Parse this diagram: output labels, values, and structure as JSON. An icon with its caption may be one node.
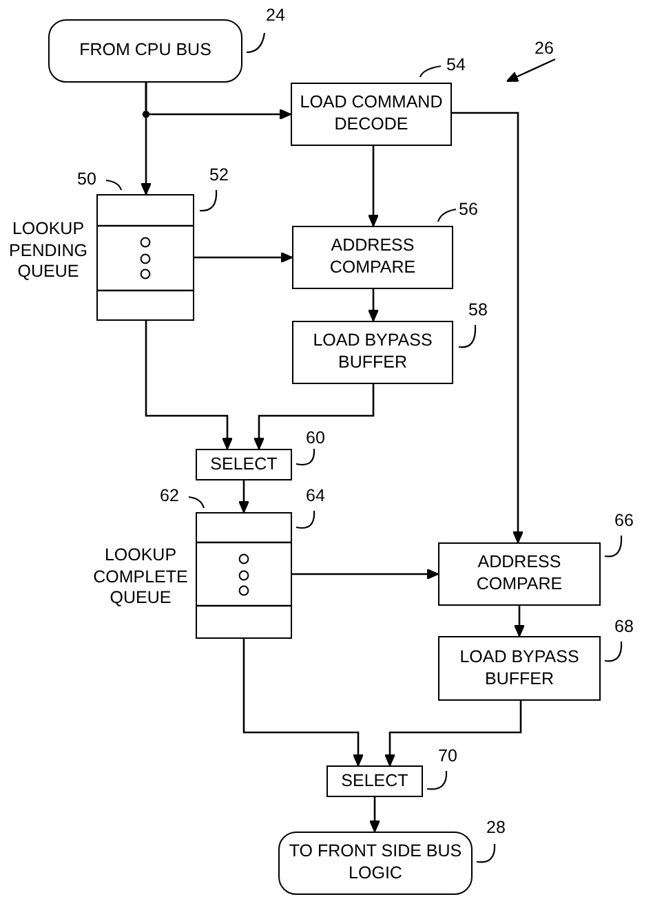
{
  "diagram": {
    "nodes": [
      {
        "text": [
          "FROM CPU BUS"
        ],
        "beside": [
          "24"
        ]
      },
      {
        "text": [
          "LOAD COMMAND DECODE"
        ],
        "beside": [
          "54"
        ]
      },
      {
        "text": [
          "LOOKUP PENDING QUEUE"
        ],
        "beside": [
          "50",
          "52"
        ]
      },
      {
        "text": [
          "ADDRESS COMPARE"
        ],
        "beside": [
          "56"
        ]
      },
      {
        "text": [
          "LOAD BYPASS BUFFER"
        ],
        "beside": [
          "58"
        ]
      },
      {
        "text": [
          "SELECT"
        ],
        "beside": [
          "60"
        ]
      },
      {
        "text": [
          "LOOKUP COMPLETE QUEUE"
        ],
        "beside": [
          "62",
          "64"
        ]
      },
      {
        "text": [
          "ADDRESS COMPARE"
        ],
        "beside": [
          "66"
        ]
      },
      {
        "text": [
          "LOAD BYPASS BUFFER"
        ],
        "beside": [
          "68"
        ]
      },
      {
        "text": [
          "SELECT"
        ],
        "beside": [
          "70"
        ]
      },
      {
        "text": [
          "TO FRONT SIDE BUS LOGIC"
        ],
        "beside": [
          "28"
        ]
      }
    ],
    "edges": [
      {
        "from": 0,
        "to": 2,
        "arrow": "to"
      },
      {
        "from": 0,
        "to": 1,
        "arrow": "to"
      },
      {
        "from": 1,
        "to": 3,
        "arrow": "to"
      },
      {
        "from": 1,
        "to": 7,
        "arrow": "to"
      },
      {
        "from": 2,
        "to": 3,
        "arrow": "to"
      },
      {
        "from": 3,
        "to": 4,
        "arrow": "to"
      },
      {
        "from": 2,
        "to": 5,
        "arrow": "to"
      },
      {
        "from": 4,
        "to": 5,
        "arrow": "to"
      },
      {
        "from": 5,
        "to": 6,
        "arrow": "to"
      },
      {
        "from": 6,
        "to": 7,
        "arrow": "to"
      },
      {
        "from": 7,
        "to": 8,
        "arrow": "to"
      },
      {
        "from": 6,
        "to": 9,
        "arrow": "to"
      },
      {
        "from": 8,
        "to": 9,
        "arrow": "to"
      },
      {
        "from": 9,
        "to": 10,
        "arrow": "to"
      }
    ],
    "labels": [
      "26"
    ]
  }
}
